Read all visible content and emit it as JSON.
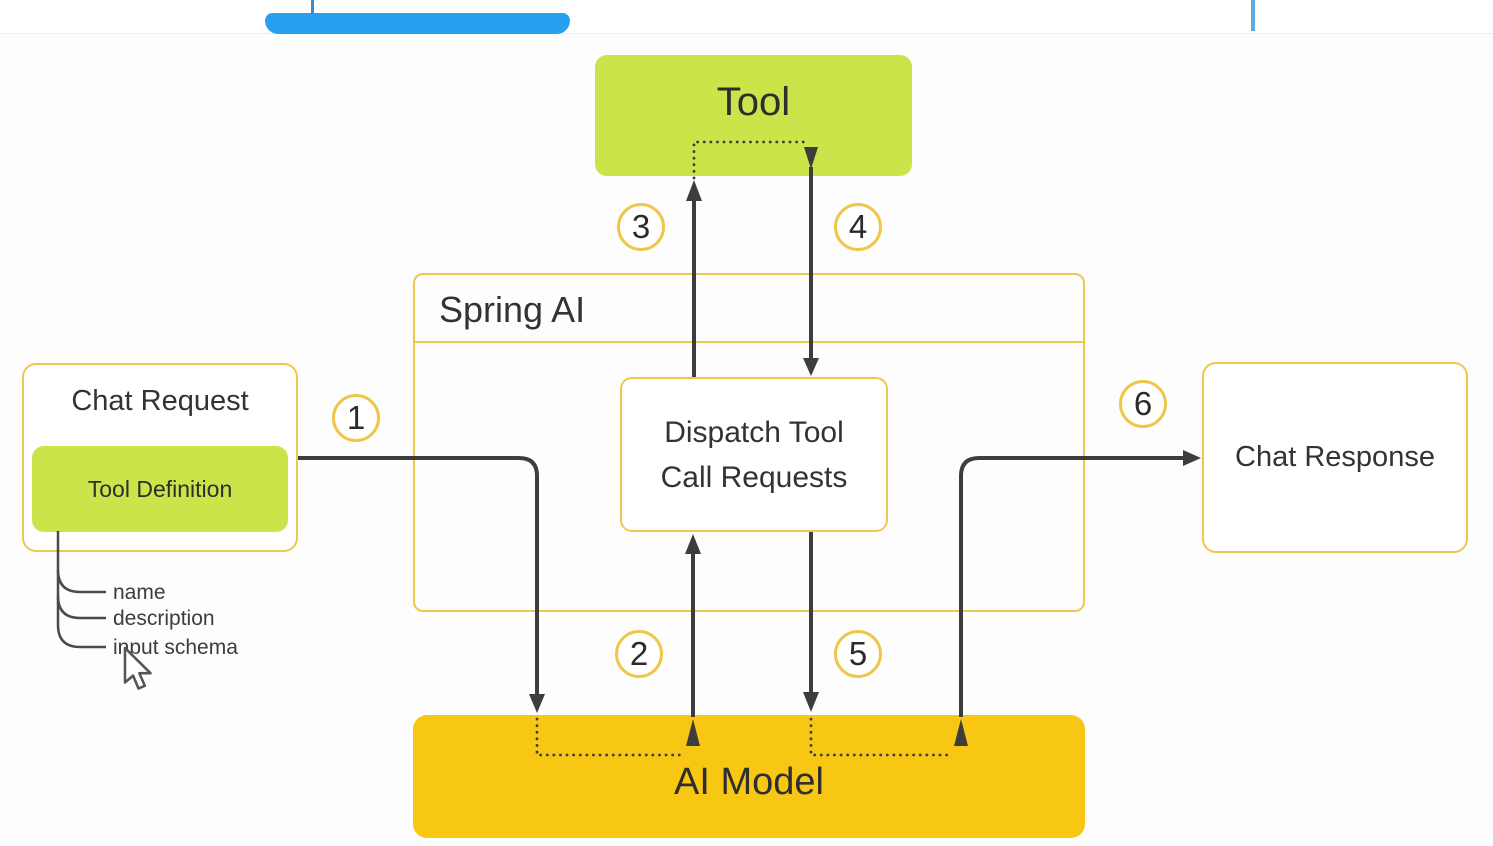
{
  "diagram": {
    "tool_label": "Tool",
    "spring_ai_label": "Spring AI",
    "dispatch_label": "Dispatch Tool\nCall Requests",
    "chat_request_label": "Chat Request",
    "tool_definition_label": "Tool Definition",
    "tool_definition_fields": [
      "name",
      "description",
      "input schema"
    ],
    "chat_response_label": "Chat Response",
    "ai_model_label": "AI Model",
    "steps": [
      "1",
      "2",
      "3",
      "4",
      "5",
      "6"
    ]
  },
  "colors": {
    "node_green": "#cbe44a",
    "node_gold": "#f8c714",
    "outline_yellow": "#edc84d",
    "step_circle_yellow": "#f0c64a",
    "arrow_dark": "#3d3d3d",
    "top_bar_blue": "#27a0f2"
  }
}
